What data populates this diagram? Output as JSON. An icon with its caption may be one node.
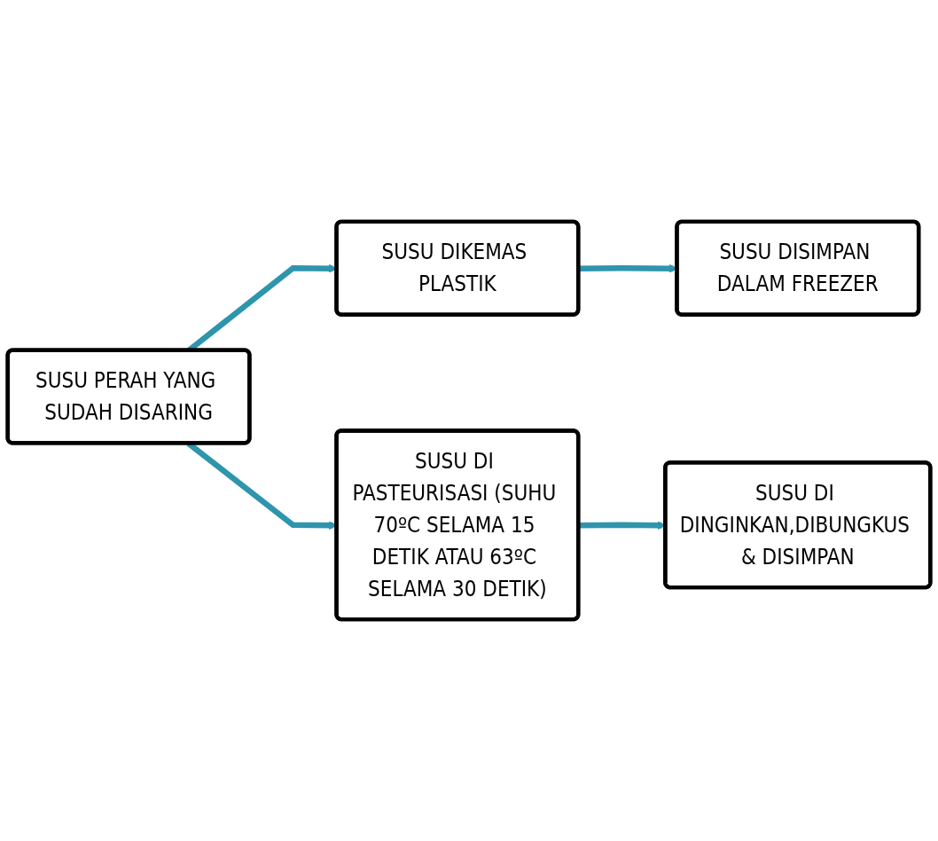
{
  "diagram": {
    "nodes": [
      {
        "text": [
          "SUSU PERAH YANG SUDAH DISARING"
        ]
      },
      {
        "text": [
          "SUSU DIKEMAS PLASTIK"
        ]
      },
      {
        "text": [
          "SUSU DISIMPAN DALAM FREEZER"
        ]
      },
      {
        "text": [
          "SUSU DI PASTEURISASI (SUHU 70ºC SELAMA 15 DETIK ATAU 63ºC SELAMA 30 DETIK)"
        ]
      },
      {
        "text": [
          "SUSU DI DINGINKAN,DIBUNGKUS & DISIMPAN"
        ]
      }
    ],
    "edges": [
      {
        "from": 0,
        "to": 1,
        "arrow": "to"
      },
      {
        "from": 1,
        "to": 2,
        "arrow": "to"
      },
      {
        "from": 0,
        "to": 3,
        "arrow": "to"
      },
      {
        "from": 3,
        "to": 4,
        "arrow": "to"
      }
    ]
  }
}
